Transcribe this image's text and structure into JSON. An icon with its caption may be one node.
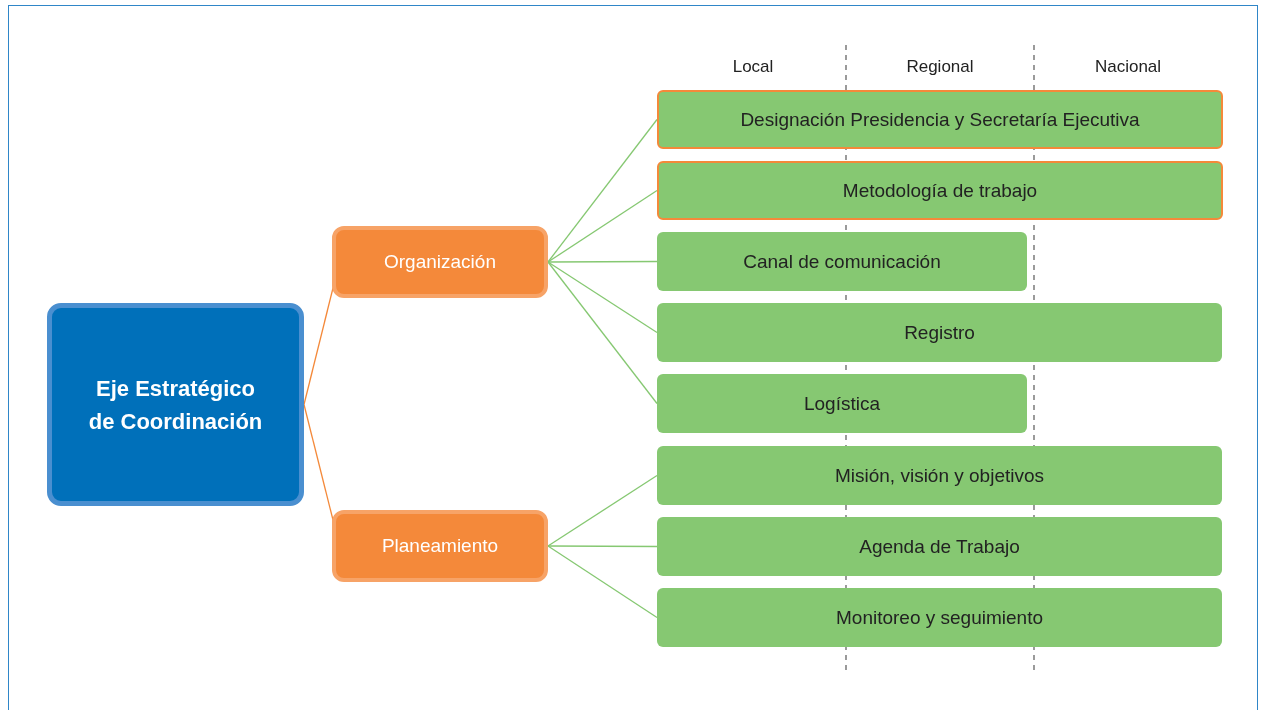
{
  "diagram": {
    "nodes": [
      {
        "text": [
          "Eje Estratégico de Coordinación"
        ]
      },
      {
        "text": [
          "Organización"
        ]
      },
      {
        "text": [
          "Planeamiento"
        ]
      },
      {
        "text": [
          "Designación Presidencia y Secretaría Ejecutiva"
        ]
      },
      {
        "text": [
          "Metodología de trabajo"
        ]
      },
      {
        "text": [
          "Canal de comunicación"
        ]
      },
      {
        "text": [
          "Registro"
        ]
      },
      {
        "text": [
          "Logística"
        ]
      },
      {
        "text": [
          "Misión, visión y objetivos"
        ]
      },
      {
        "text": [
          "Agenda de Trabajo"
        ]
      },
      {
        "text": [
          "Monitoreo y seguimiento"
        ]
      }
    ],
    "edges": [
      {
        "from": 0,
        "to": 1,
        "arrow": "none",
        "color": "#f4893a"
      },
      {
        "from": 0,
        "to": 2,
        "arrow": "none",
        "color": "#f4893a"
      },
      {
        "from": 1,
        "to": 3,
        "arrow": "none"
      },
      {
        "from": 1,
        "to": 4,
        "arrow": "none"
      },
      {
        "from": 1,
        "to": 5,
        "arrow": "none"
      },
      {
        "from": 1,
        "to": 6,
        "arrow": "none"
      },
      {
        "from": 1,
        "to": 7,
        "arrow": "none"
      },
      {
        "from": 2,
        "to": 8,
        "arrow": "none"
      },
      {
        "from": 2,
        "to": 9,
        "arrow": "none"
      },
      {
        "from": 2,
        "to": 10,
        "arrow": "none"
      }
    ],
    "labels": [
      "Local",
      "Regional",
      "Nacional"
    ]
  }
}
